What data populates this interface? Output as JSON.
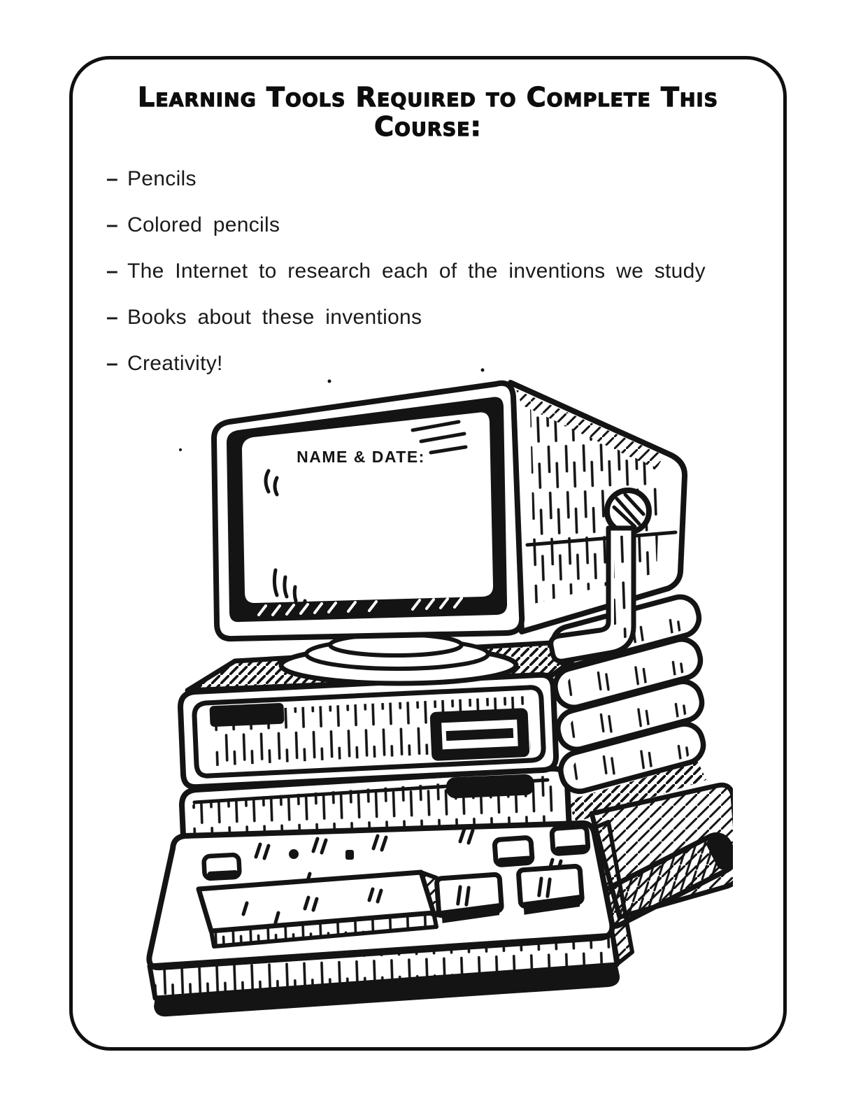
{
  "page": {
    "title": "Learning Tools Required to Complete This Course:",
    "background_color": "#ffffff",
    "ink_color": "#141414"
  },
  "checklist": {
    "bullet": "–",
    "items": [
      "Pencils",
      "Colored pencils",
      "The Internet to research each of the inventions we study",
      "Books about these inventions",
      "Creativity!"
    ]
  },
  "illustration": {
    "description": "hand-drawn vintage desktop computer with CRT monitor, stacked system units and keyboard",
    "screen_label": "NAME & DATE:"
  }
}
